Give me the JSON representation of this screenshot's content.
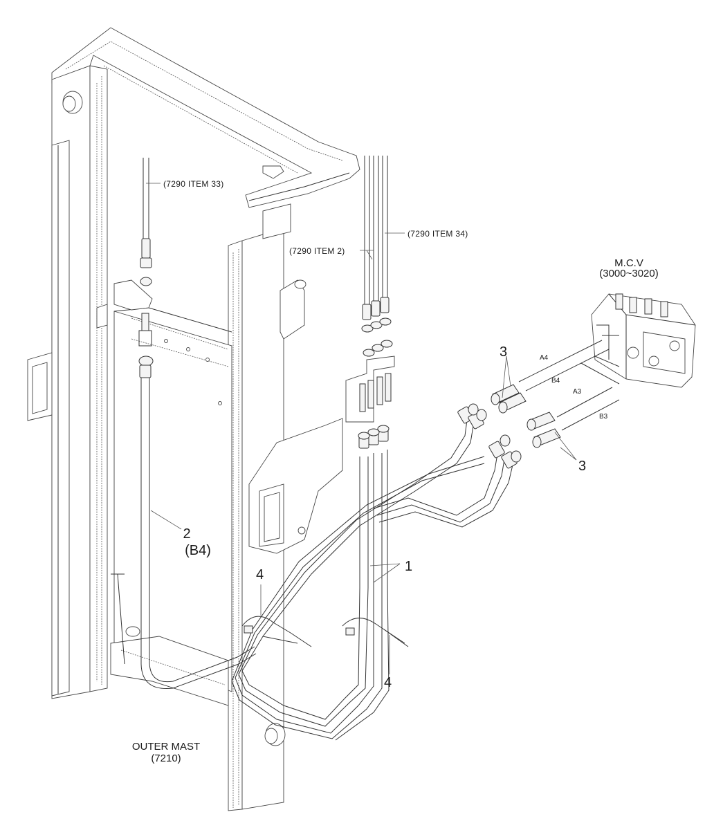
{
  "diagram": {
    "labels": {
      "ref_item33": "(7290 ITEM 33)",
      "ref_item34": "(7290 ITEM 34)",
      "ref_item2": "(7290 ITEM 2)",
      "mcv_title": "M.C.V",
      "mcv_range": "(3000~3020)",
      "port_a4": "A4",
      "port_b4": "B4",
      "port_a3": "A3",
      "port_b3": "B3",
      "callout_1": "1",
      "callout_2": "2",
      "callout_2_sub": "(B4)",
      "callout_3_top": "3",
      "callout_3_bottom": "3",
      "callout_4_left": "4",
      "callout_4_right": "4",
      "outer_mast": "OUTER MAST",
      "outer_mast_ref": "(7210)"
    }
  }
}
